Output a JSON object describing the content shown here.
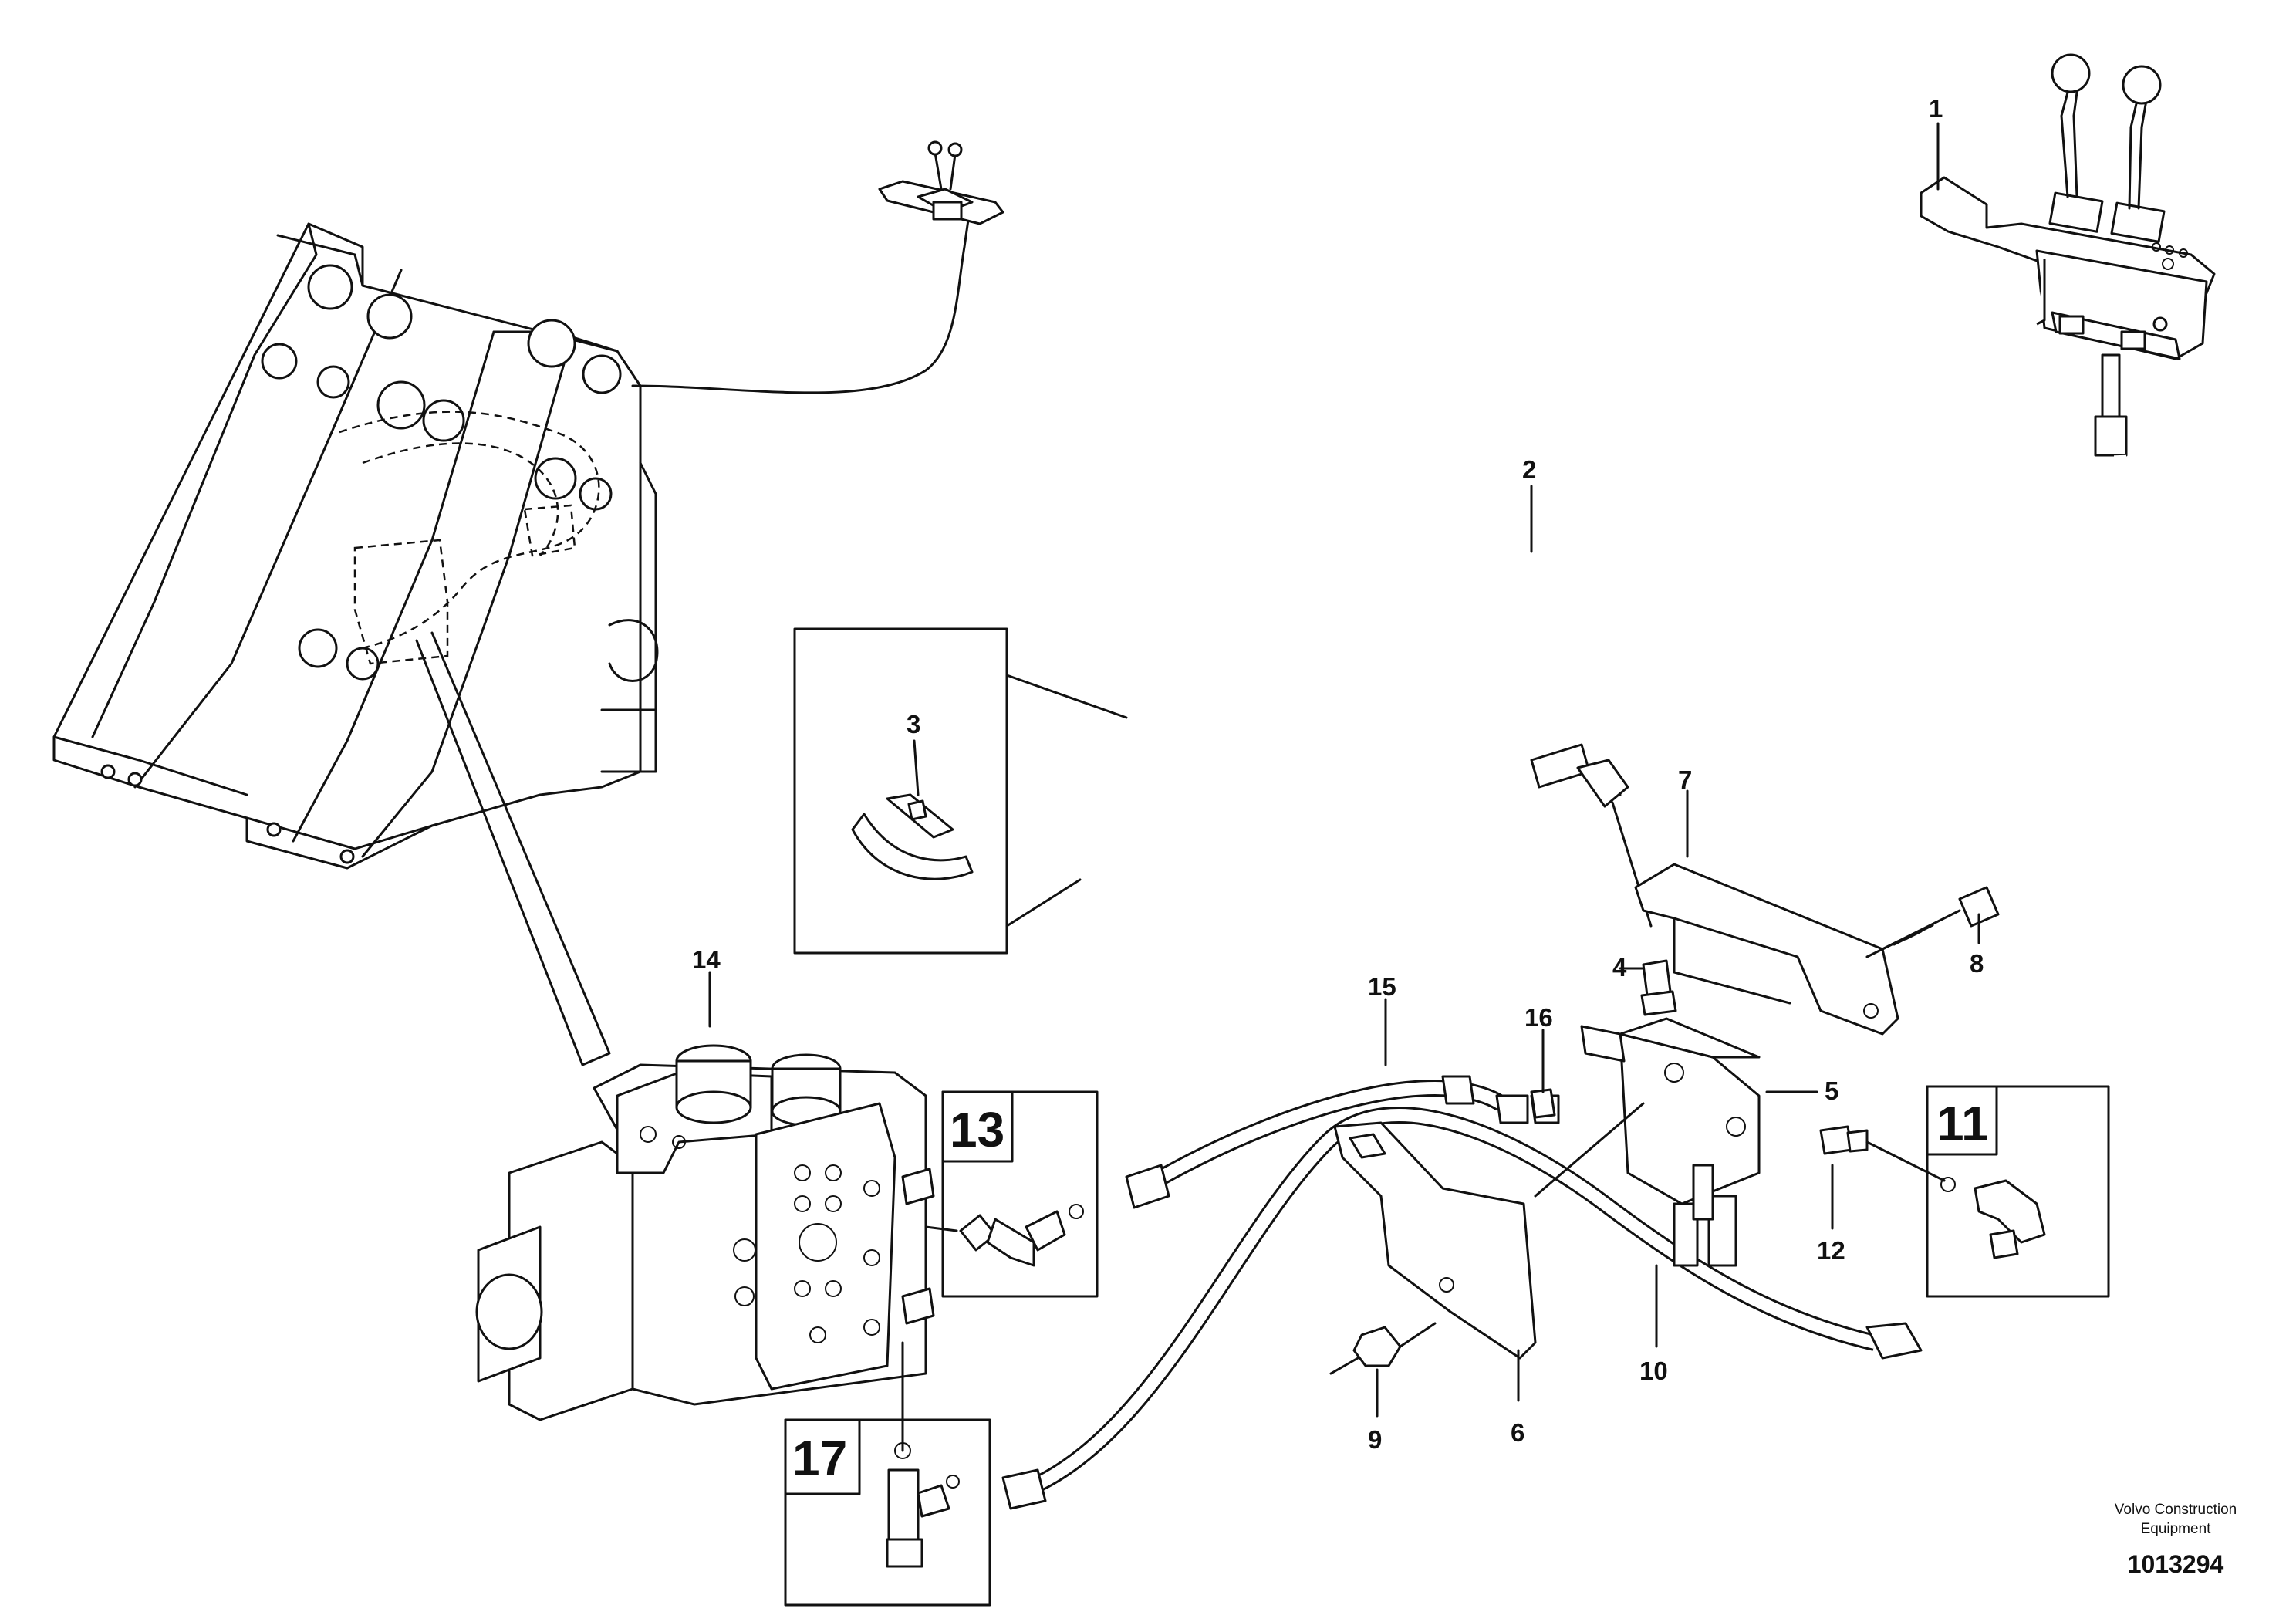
{
  "labels": {
    "l1": "1",
    "l2": "2",
    "l3": "3",
    "l4": "4",
    "l5": "5",
    "l6": "6",
    "l7": "7",
    "l8": "8",
    "l9": "9",
    "l10": "10",
    "l12": "12",
    "l14": "14",
    "l15": "15",
    "l16": "16"
  },
  "boxes": {
    "b11": "11",
    "b13": "13",
    "b17": "17"
  },
  "footer": {
    "maker_line1": "Volvo Construction",
    "maker_line2": "Equipment",
    "drawing_number": "1013294"
  }
}
